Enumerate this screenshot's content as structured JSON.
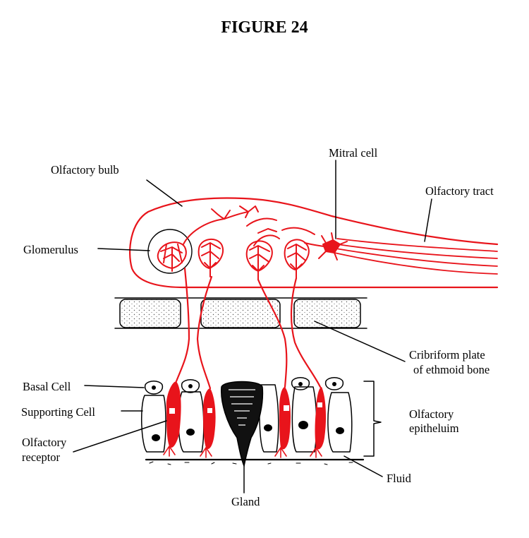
{
  "title": "FIGURE 24",
  "labels": {
    "olfactory_bulb": "Olfactory bulb",
    "mitral_cell": "Mitral cell",
    "olfactory_tract": "Olfactory tract",
    "glomerulus": "Glomerulus",
    "cribriform_1": "Cribriform plate",
    "cribriform_2": "of ethmoid bone",
    "basal_cell": "Basal Cell",
    "supporting_cell": "Supporting Cell",
    "olfactory_receptor_1": "Olfactory",
    "olfactory_receptor_2": "receptor",
    "olfactory_epithelium_1": "Olfactory",
    "olfactory_epithelium_2": "epitheluim",
    "fluid": "Fluid",
    "gland": "Gland"
  },
  "colors": {
    "nerve": "#e8141b",
    "ink": "#000000"
  }
}
